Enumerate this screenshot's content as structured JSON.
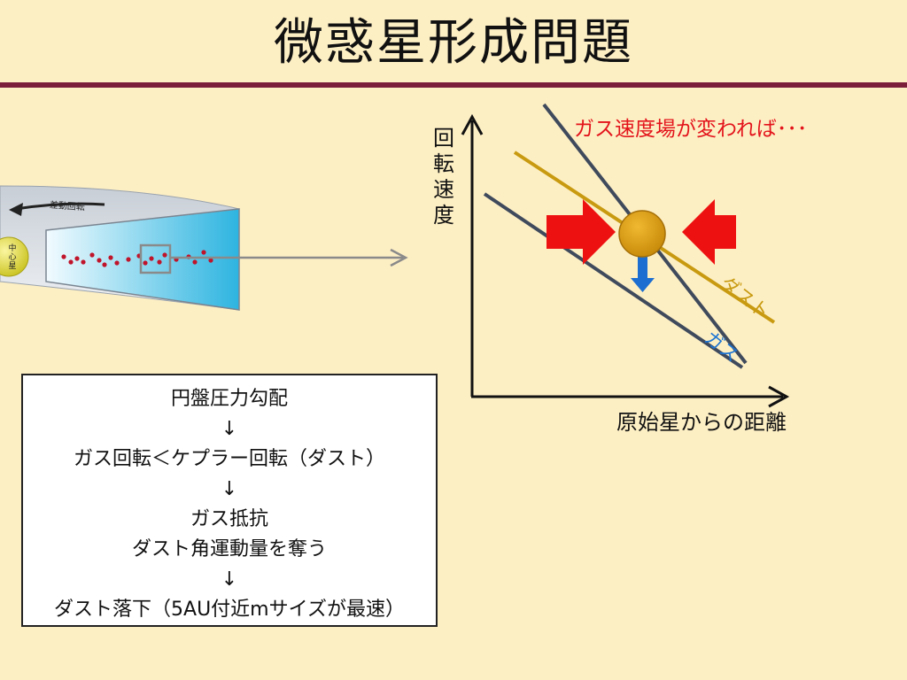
{
  "title": "微惑星形成問題",
  "disk": {
    "rotation_label": "差動回転",
    "central_star_label": "中心星"
  },
  "graph": {
    "y_axis_label": "回転速度",
    "x_axis_label": "原始星からの距離",
    "headline": "ガス速度場が変われば･･･",
    "dust_line_label": "ダスト",
    "gas_line_label": "ガス"
  },
  "summary_box": {
    "lines": [
      "円盤圧力勾配",
      "↓",
      "ガス回転＜ケプラー回転（ダスト）",
      "↓",
      "ガス抵抗",
      "ダスト角運動量を奪う",
      "↓",
      "ダスト落下（5AU付近mサイズが最速）"
    ]
  },
  "colors": {
    "background": "#fdefc4",
    "title_rule": "#7b1e3a",
    "headline": "#e3141b",
    "dust": "#c89a10",
    "gas": "#1c74d2",
    "gas_lines": "#3f4a5c",
    "force_arrow": "#ee1111",
    "particle": "#d79a12",
    "fall_arrow": "#1c6fd0"
  }
}
